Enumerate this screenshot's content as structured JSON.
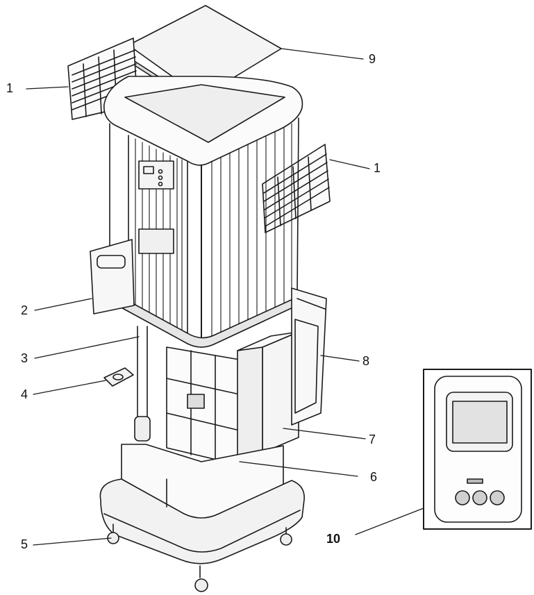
{
  "diagram": {
    "colors": {
      "ink": "#1a1a1a",
      "background": "#ffffff"
    },
    "callouts": {
      "c1_left": "1",
      "c1_right": "1",
      "c2": "2",
      "c3": "3",
      "c4": "4",
      "c5": "5",
      "c6": "6",
      "c7": "7",
      "c8": "8",
      "c9": "9",
      "c10": "10"
    }
  }
}
